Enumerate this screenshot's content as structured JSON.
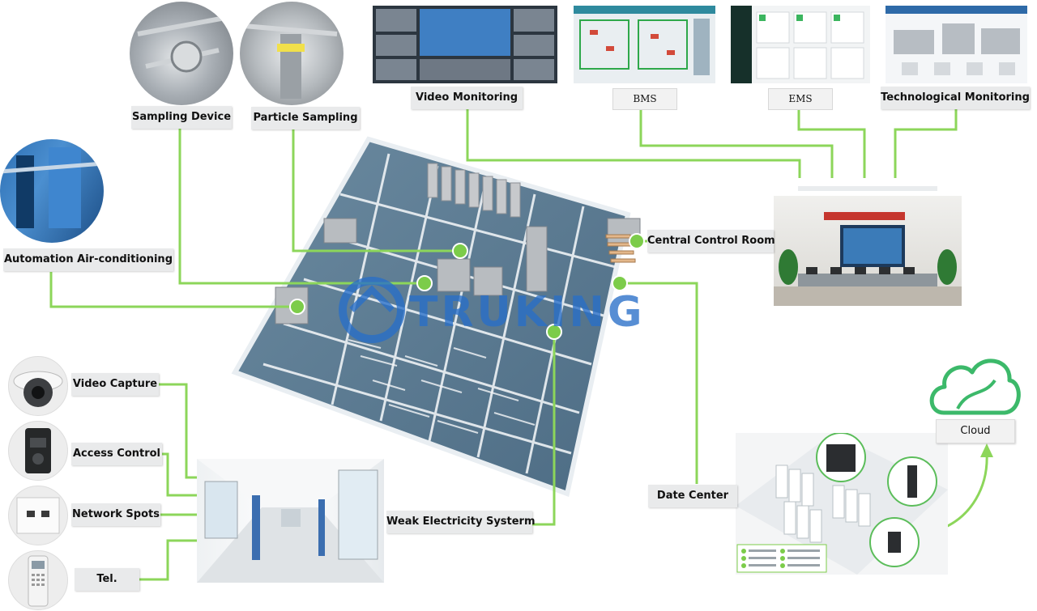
{
  "labels": {
    "sampling_device": "Sampling Device",
    "particle_sampling": "Particle Sampling",
    "video_monitoring": "Video Monitoring",
    "bms": "BMS",
    "ems": "EMS",
    "technological_monitoring": "Technological Monitoring",
    "automation_air_conditioning": "Automation Air-conditioning",
    "central_control_room": "Central Control Room",
    "video_capture": "Video Capture",
    "access_control": "Access Control",
    "network_spots": "Network Spots",
    "tel": "Tel.",
    "weak_electricity_system": "Weak Electricity Systerm",
    "date_center": "Date Center",
    "cloud": "Cloud"
  },
  "logo_text": "TRUKING",
  "colors": {
    "connector": "#8cd65a",
    "node": "#7ccc4a",
    "logo": "#2a6ec8",
    "floor": "#5f7f96",
    "wall": "#f2f4f6"
  }
}
